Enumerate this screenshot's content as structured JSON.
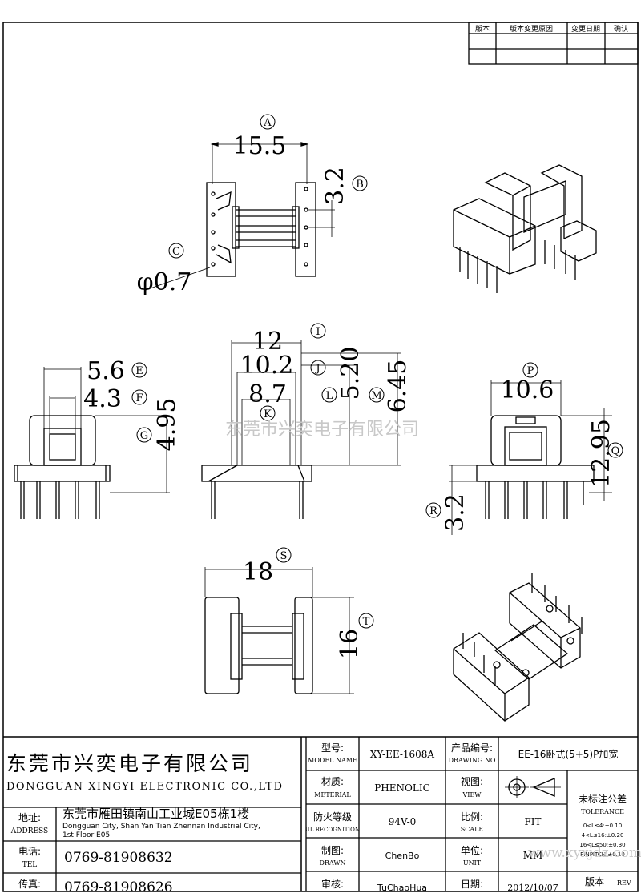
{
  "revision_table": {
    "headers": [
      "版本",
      "版本变更原因",
      "变更日期",
      "确认"
    ]
  },
  "views": {
    "top": {
      "label_A": "A",
      "dim_A": "15.5",
      "label_B": "B",
      "dim_B": "3.2",
      "label_C": "C",
      "dim_C": "φ0.7"
    },
    "left": {
      "label_E": "E",
      "dim_E": "5.6",
      "label_F": "F",
      "dim_F": "4.3",
      "label_G": "G",
      "dim_G": "4.95"
    },
    "middle": {
      "label_I": "I",
      "dim_I": "12",
      "label_J": "J",
      "dim_J": "10.2",
      "label_K": "K",
      "dim_K": "8.7",
      "label_L": "L",
      "dim_L": "5.20",
      "label_M": "M",
      "dim_M": "6.45"
    },
    "right": {
      "label_P": "P",
      "dim_P": "10.6",
      "label_Q": "Q",
      "dim_Q": "12.95",
      "label_R": "R",
      "dim_R": "3.2"
    },
    "bottom": {
      "label_S": "S",
      "dim_S": "18",
      "label_T": "T",
      "dim_T": "16"
    }
  },
  "watermark_center": "东莞市兴奕电子有限公司",
  "watermark_corner": "www.xyxjdz.com",
  "title_block": {
    "company_cn": "东莞市兴奕电子有限公司",
    "company_en": "DONGGUAN XINGYI ELECTRONIC CO.,LTD",
    "address_label_cn": "地址:",
    "address_label_en": "ADDRESS",
    "address_cn": "东莞市雁田镇南山工业城E05栋1楼",
    "address_en_1": "Dongguan City, Shan Yan Tian Zhennan Industrial City,",
    "address_en_2": "1st Floor E05",
    "tel_label_cn": "电话:",
    "tel_label_en": "TEL",
    "tel": "0769-81908632",
    "fax_label_cn": "传真:",
    "fax": "0769-81908626",
    "model_label_cn": "型号:",
    "model_label_en": "MODEL NAME",
    "model": "XY-EE-1608A",
    "material_label_cn": "材质:",
    "material_label_en": "METERIAL",
    "material": "PHENOLIC",
    "flame_label_cn": "防火等级",
    "flame_label_en": "UL RECOGNITION",
    "flame": "94V-0",
    "drawn_label_cn": "制图:",
    "drawn_label_en": "DRAWN",
    "drawn": "ChenBo",
    "checked_label_cn": "审核:",
    "checked": "TuChaoHua",
    "drawing_no_label_cn": "产品编号:",
    "drawing_no_label_en": "DRAWING NO",
    "drawing_no": "EE-16卧式(5+5)P加宽",
    "view_label_cn": "视图:",
    "view_label_en": "VIEW",
    "scale_label_cn": "比例:",
    "scale_label_en": "SCALE",
    "scale": "FIT",
    "unit_label_cn": "单位:",
    "unit_label_en": "UNIT",
    "unit": "MM",
    "date_label_cn": "日期:",
    "date": "2012/10/07",
    "tolerance_title_cn": "未标注公差",
    "tolerance_title_en": "TOLERANCE",
    "tol_1": "0<L≤4:±0.10",
    "tol_2": "4<L≤16:±0.20",
    "tol_3": "16<L≤50:±0.30",
    "tol_4": "PINPITCH:±0.10",
    "rev_label_cn": "版本",
    "rev_label_en": "REV"
  }
}
